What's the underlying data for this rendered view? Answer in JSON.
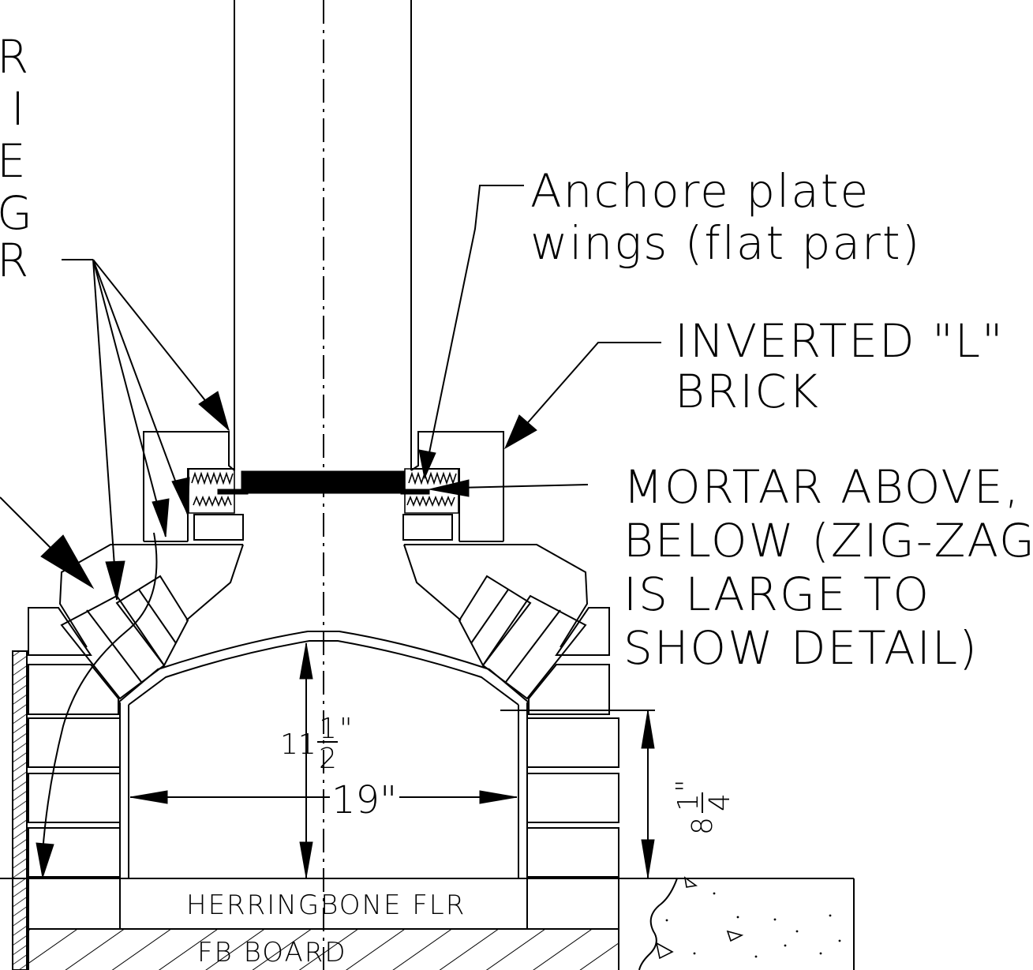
{
  "left_vertical_letters": [
    "R",
    "I",
    "E",
    "G",
    "R"
  ],
  "labels": {
    "anchor_plate_line1": "Anchore plate",
    "anchor_plate_line2": "wings (flat part)",
    "inverted_l_line1": "INVERTED \"L\"",
    "inverted_l_line2": "BRICK",
    "mortar_line1": "MORTAR ABOVE,",
    "mortar_line2": "BELOW (ZIG-ZAG",
    "mortar_line3": "IS LARGE TO",
    "mortar_line4": "SHOW DETAIL)",
    "herringbone": "HERRINGBONE FLR",
    "fb_board": "FB BOARD"
  },
  "dimensions": {
    "height_whole": "11",
    "height_num": "1",
    "height_den": "2",
    "height_unit": "\"",
    "width": "19\"",
    "side_whole": "8",
    "side_num": "1",
    "side_den": "4",
    "side_unit": "\""
  }
}
